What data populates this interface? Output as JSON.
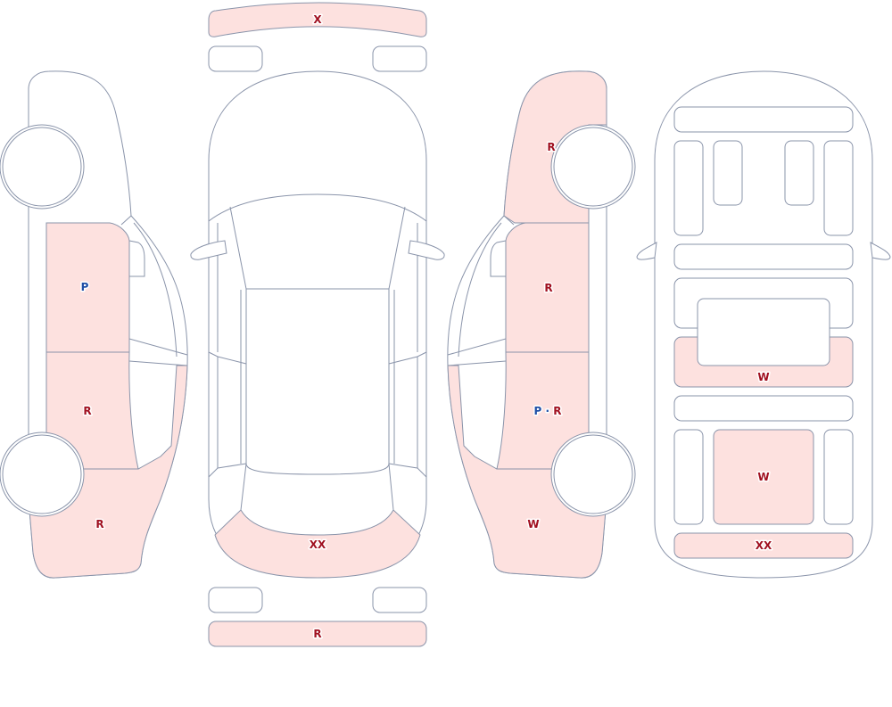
{
  "colors": {
    "stroke": "#8a94aa",
    "empty_fill": "#ffffff",
    "marked_fill": "#fde1df",
    "code_red": "#a01020",
    "code_blue": "#1f4fa6"
  },
  "labels": {
    "front_bumper": "X",
    "left_front_door": "P",
    "left_rear_door": "R",
    "left_rear_quarter": "R",
    "rear_panel": "XX",
    "rear_bumper": "R",
    "right_front_fender": "R",
    "right_front_door": "R",
    "right_rear_door_a": "P",
    "right_rear_door_sep": "·",
    "right_rear_door_b": "R",
    "right_rear_quarter": "W",
    "floor_middle": "W",
    "floor_rear": "W",
    "floor_trunk": "XX"
  }
}
